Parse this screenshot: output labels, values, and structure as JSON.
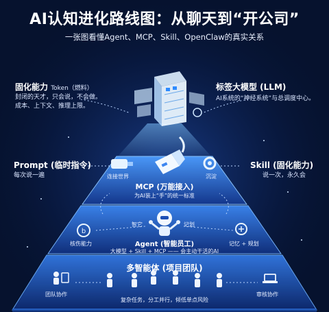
{
  "title": "AI认知进化路线图：从聊天到“开公司”",
  "subtitle": "一张图看懂Agent、MCP、Skill、OpenClaw的真实关系",
  "left_top": {
    "heading": "固化能力",
    "heading_note": "Token（燃料）",
    "desc_line1": "封闭的天才，只会说，不会做。",
    "desc_line2": "成本、上下文、推理上限。"
  },
  "right_top": {
    "heading": "标签大模型 (LLM)",
    "desc": "AI系统的“神经系统”与总调度中心。"
  },
  "prompt": {
    "heading": "Prompt (临时指令)",
    "desc": "每次说一遍"
  },
  "skill": {
    "heading": "Skill (固化能力)",
    "desc": "说一次，永久会"
  },
  "mcp": {
    "left_label": "连接世界",
    "right_label": "沉淀",
    "heading": "MCP (万能接入)",
    "desc": "为AI装上“手”的统一标准"
  },
  "agent": {
    "left_label": "核伤能力",
    "right_label": "记忆 + 规划",
    "tag_left": "智它",
    "tag_right": "记划",
    "heading": "Agent (智能员工)",
    "desc": "大模型 + Skill + MCP —— 会主动干活的AI"
  },
  "multi": {
    "heading": "多智能体 (项目团队)",
    "left_label": "团队协作",
    "right_label": "审核协作",
    "desc": "复杂任务，分工并行，倾低单点风险"
  },
  "colors": {
    "background": "#06122e",
    "accent": "#3f8cff",
    "glow": "#9fd2ff"
  }
}
